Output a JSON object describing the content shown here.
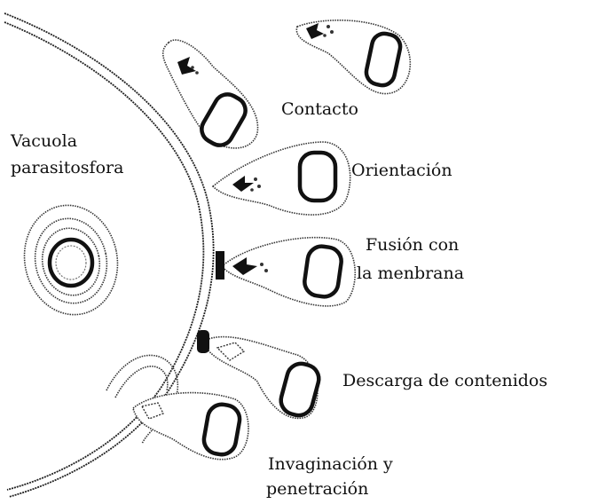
{
  "labels": {
    "vacuola_line1": "Vacuola",
    "vacuola_line2": "parasitosfora",
    "contacto": "Contacto",
    "orientacion": "Orientación",
    "fusion_line1": "Fusión con",
    "fusion_line2": "la menbrana",
    "descarga": "Descarga de contenidos",
    "invaginacion_line1": "Invaginación y",
    "invaginacion_line2": "penetración"
  },
  "colors": {
    "ink": "#111111",
    "stipple": "#333333",
    "background": "#ffffff"
  }
}
